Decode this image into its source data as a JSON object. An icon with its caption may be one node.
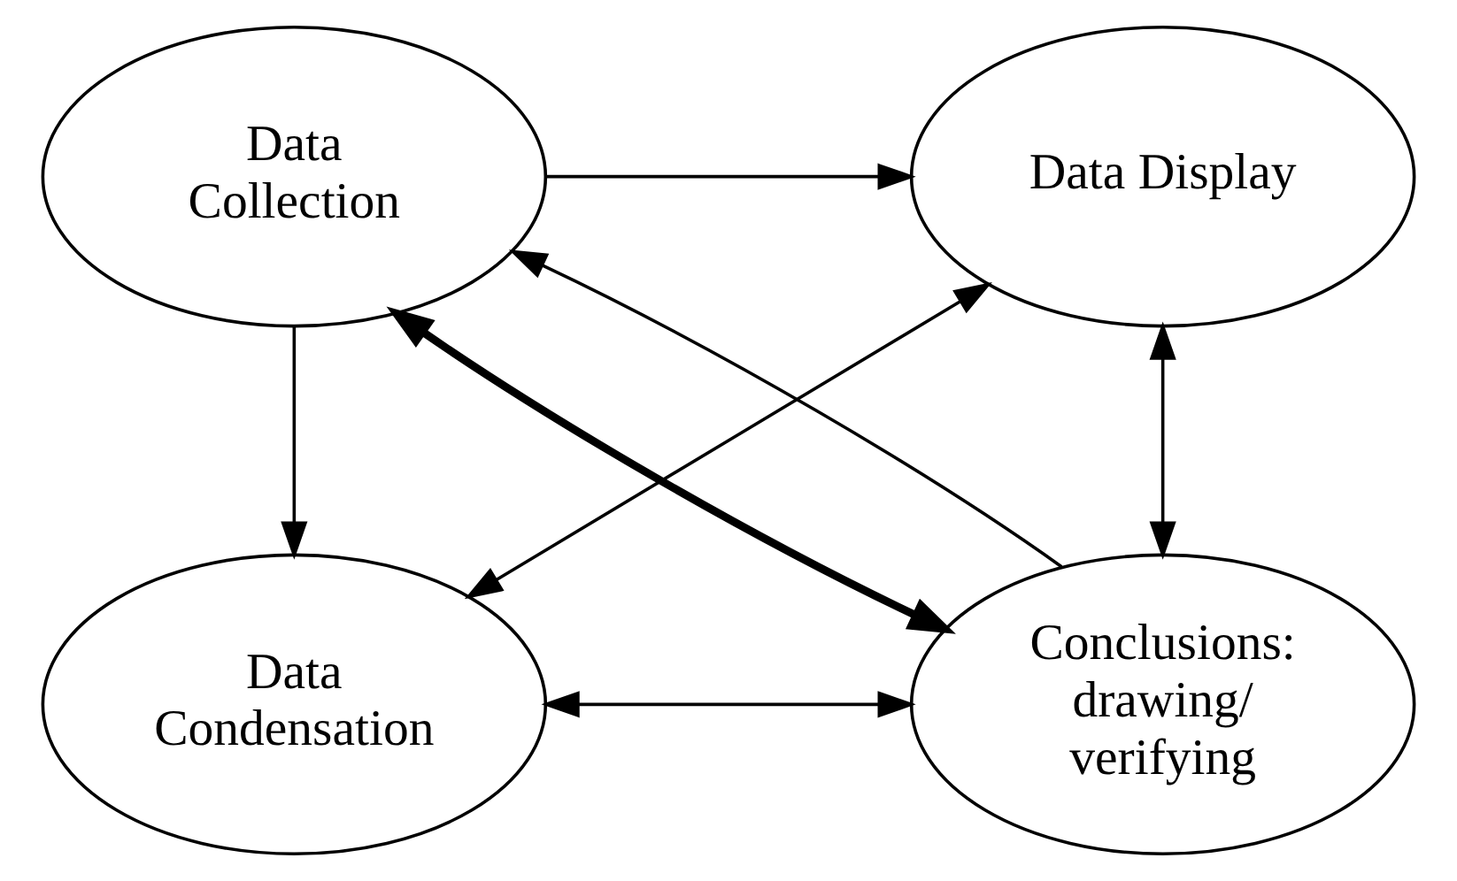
{
  "diagram": {
    "nodes": [
      {
        "text": [
          "Data Collection"
        ]
      },
      {
        "text": [
          "Data Display"
        ]
      },
      {
        "text": [
          "Data Condensation"
        ]
      },
      {
        "text": [
          "Conclusions: drawing/ verifying"
        ]
      }
    ],
    "edges": [
      {
        "from": 0,
        "to": 1,
        "arrow": "to"
      },
      {
        "from": 1,
        "to": 3,
        "arrow": "both"
      },
      {
        "from": 0,
        "to": 3,
        "arrow": "both",
        "style": "thick"
      },
      {
        "from": 2,
        "to": 1,
        "arrow": "both"
      },
      {
        "from": 0,
        "to": 2,
        "arrow": "to"
      },
      {
        "from": 2,
        "to": 3,
        "arrow": "both"
      },
      {
        "from": 3,
        "to": 0,
        "arrow": "to"
      }
    ]
  }
}
